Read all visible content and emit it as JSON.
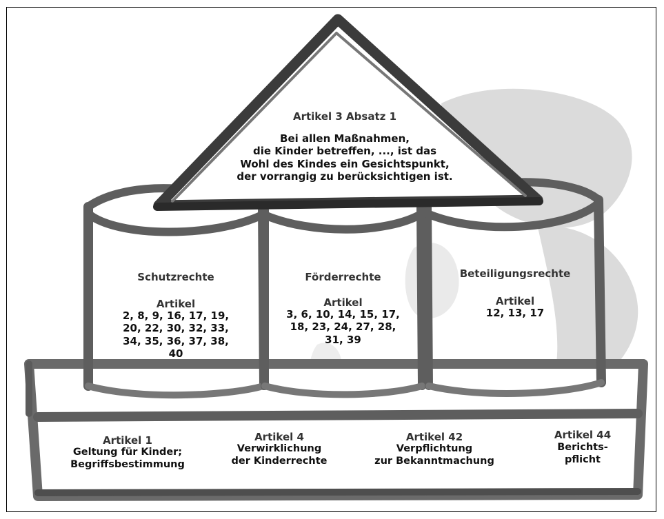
{
  "roof": {
    "heading": "Artikel 3 Absatz 1",
    "text": "Bei allen Maßnahmen,\ndie Kinder betreffen, ..., ist das\nWohl des Kindes ein Gesichtspunkt,\nder vorrangig zu berücksichtigen ist."
  },
  "pillars": [
    {
      "title": "Schutzrechte",
      "label": "Artikel",
      "articles": "2, 8, 9, 16, 17, 19,\n20, 22, 30, 32, 33,\n34, 35, 36, 37, 38,\n40"
    },
    {
      "title": "Förderrechte",
      "label": "Artikel",
      "articles": "3, 6, 10, 14, 15, 17,\n18, 23, 24, 27, 28,\n31, 39"
    },
    {
      "title": "Beteiligungsrechte",
      "label": "Artikel",
      "articles": "12, 13, 17"
    }
  ],
  "base": [
    {
      "heading": "Artikel 1",
      "text": "Geltung für Kinder;\nBegriffsbestimmung"
    },
    {
      "heading": "Artikel 4",
      "text": "Verwirklichung\nder Kinderrechte"
    },
    {
      "heading": "Artikel 42",
      "text": "Verpflichtung\nzur Bekanntmachung"
    },
    {
      "heading": "Artikel 44",
      "text": "Berichts-\npflicht"
    }
  ],
  "colors": {
    "stroke": "#5b5b5b",
    "stroke_dark": "#2f2f2f",
    "background_figure": "#cfcfcf"
  }
}
